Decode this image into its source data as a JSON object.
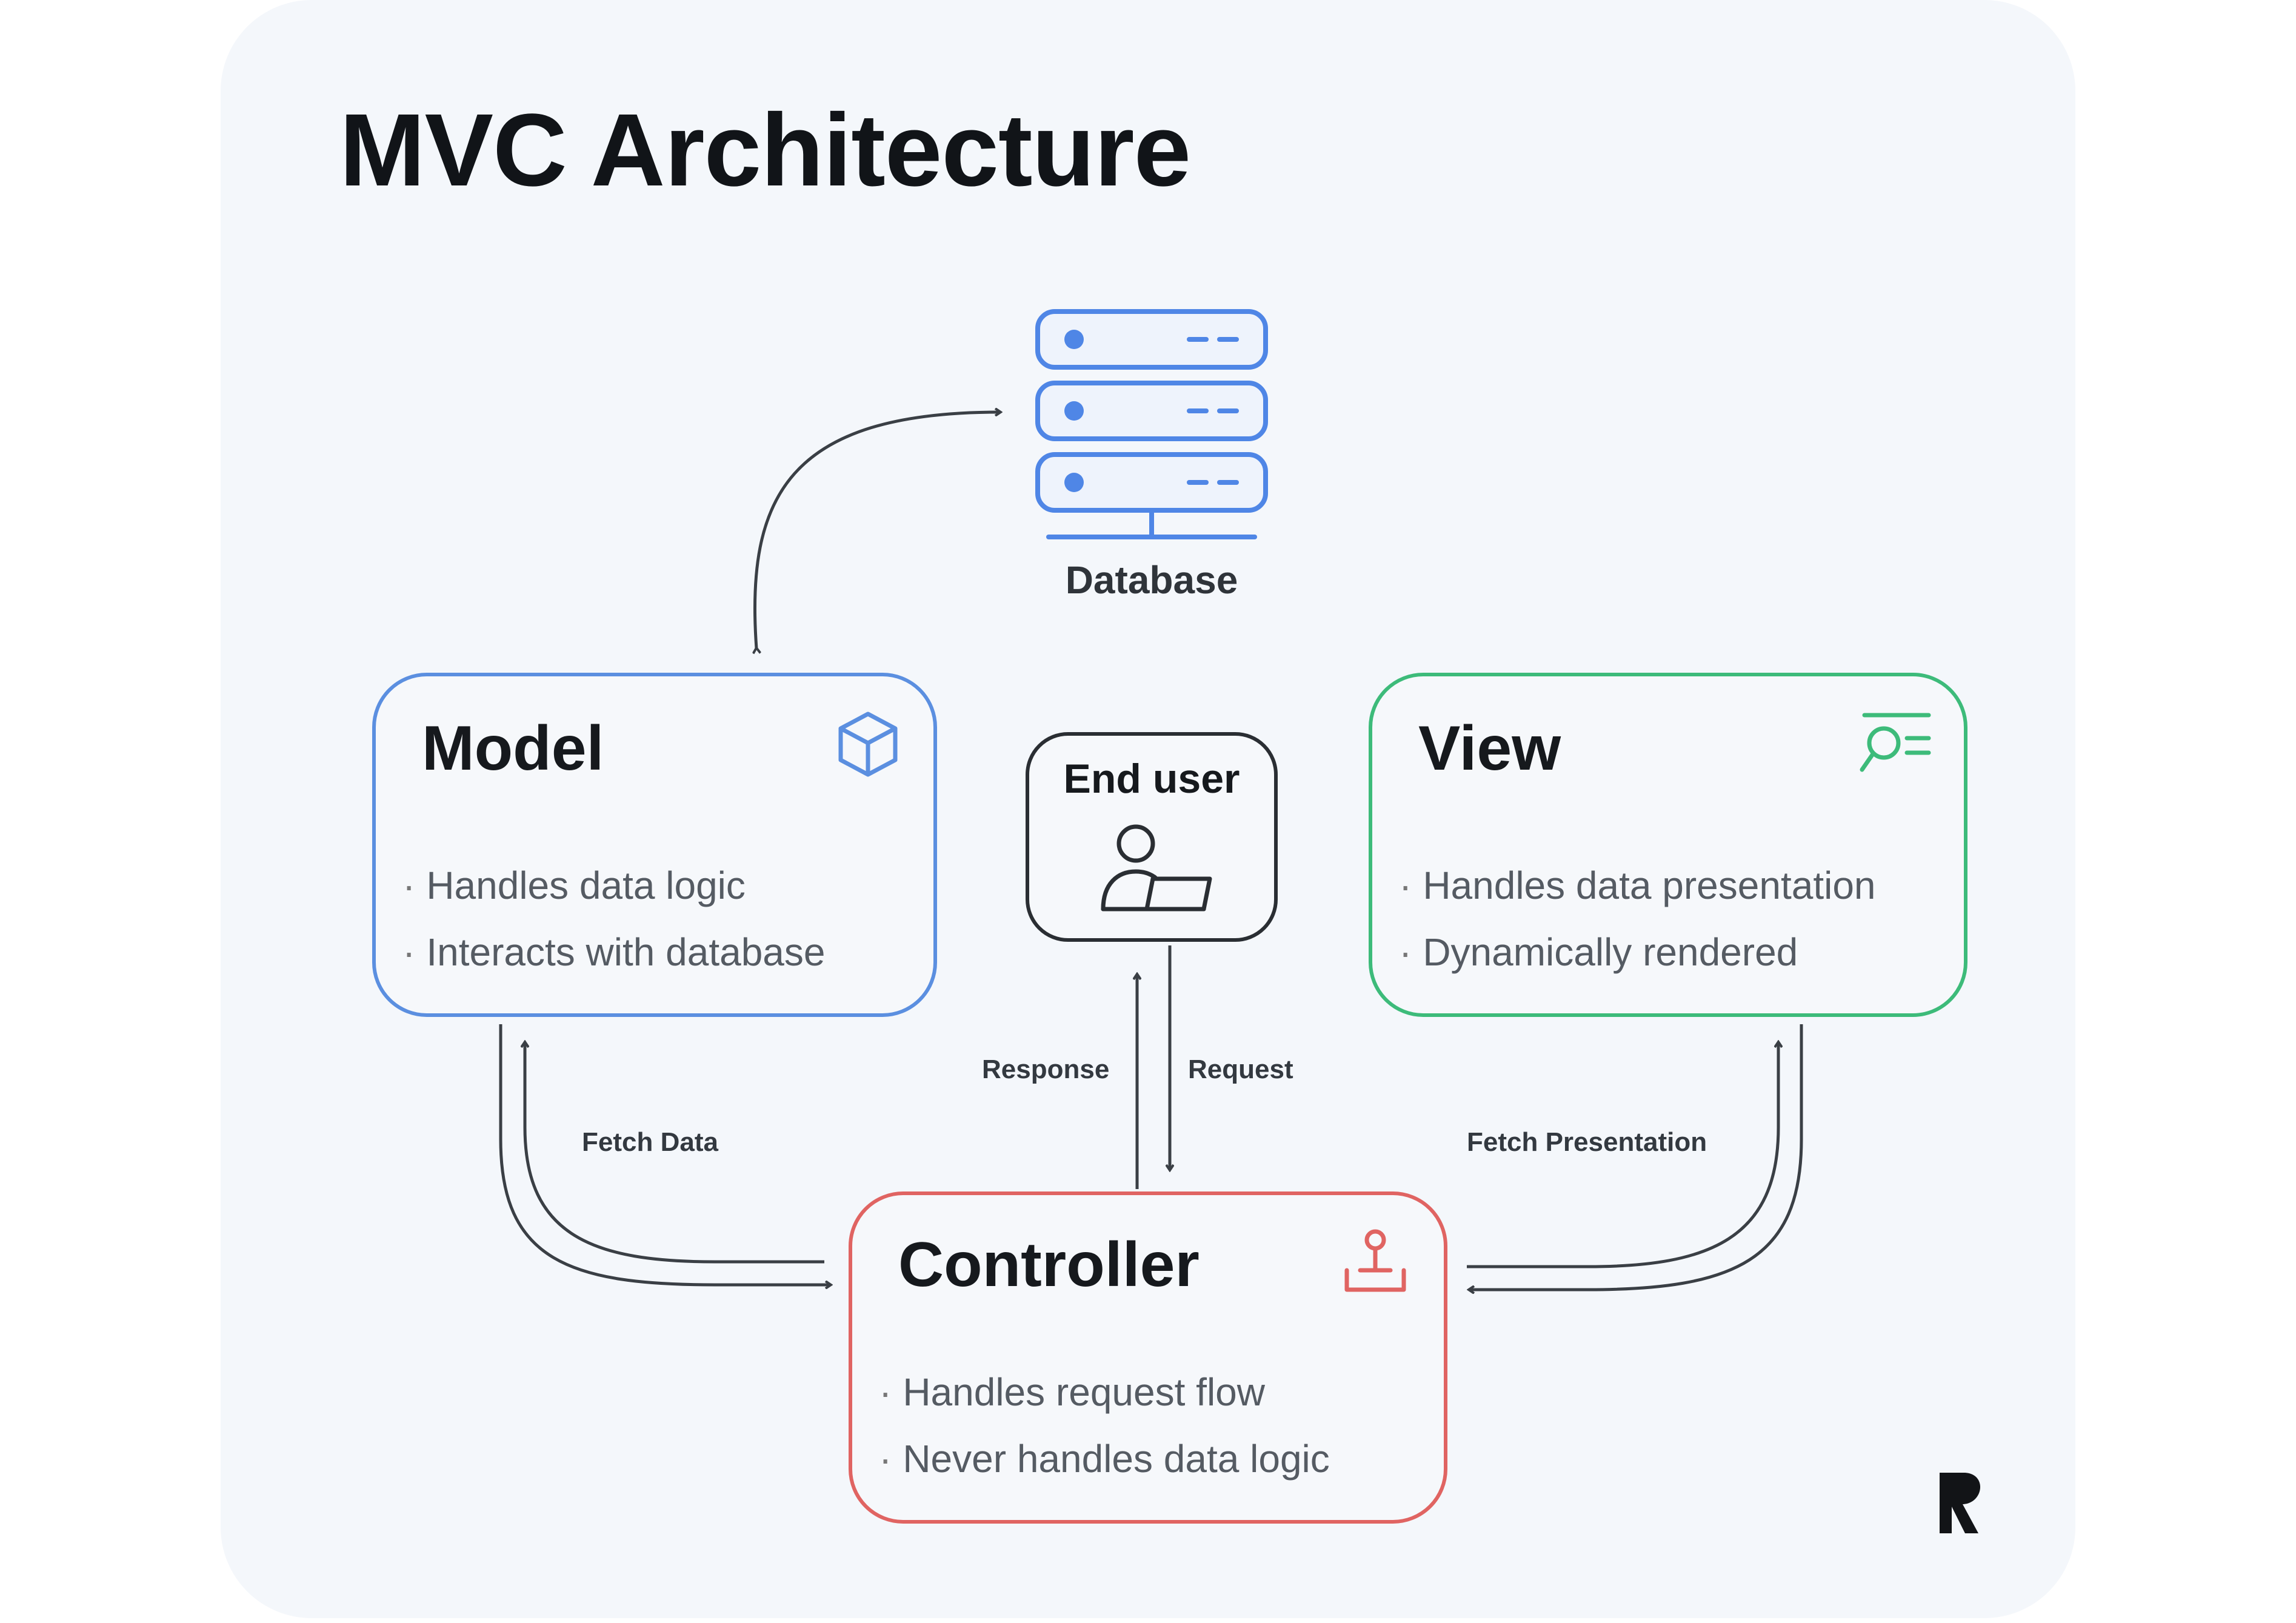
{
  "title": "MVC Architecture",
  "database": {
    "label": "Database",
    "icon": "database-icon",
    "color": "#4f86e6"
  },
  "model": {
    "title": "Model",
    "icon": "cube-icon",
    "color": "#5b8fe0",
    "bullets": [
      "Handles data logic",
      "Interacts with database"
    ]
  },
  "view": {
    "title": "View",
    "icon": "search-list-icon",
    "color": "#3dbb7a",
    "bullets": [
      "Handles data presentation",
      "Dynamically rendered"
    ]
  },
  "controller": {
    "title": "Controller",
    "icon": "joystick-icon",
    "color": "#e06462",
    "bullets": [
      "Handles request flow",
      "Never handles data logic"
    ]
  },
  "end_user": {
    "title": "End user",
    "icon": "user-laptop-icon"
  },
  "flows": {
    "response": "Response",
    "request": "Request",
    "fetch_data": "Fetch Data",
    "fetch_presentation": "Fetch Presentation"
  },
  "brand_icon": "brand-logo-icon"
}
